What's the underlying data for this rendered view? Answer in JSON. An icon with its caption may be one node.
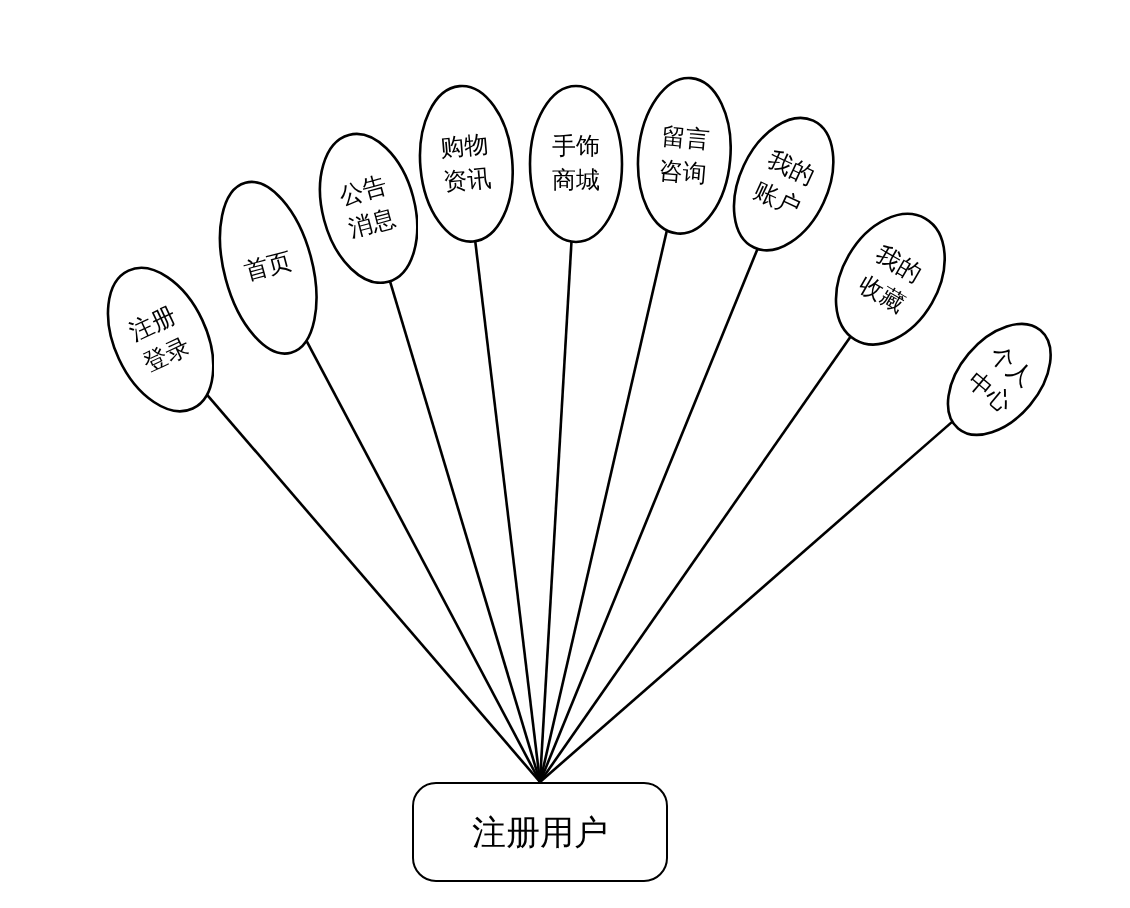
{
  "diagram": {
    "nodes": [
      {
        "text": [
          "注册用户"
        ]
      },
      {
        "text": [
          "注册登录"
        ]
      },
      {
        "text": [
          "首页"
        ]
      },
      {
        "text": [
          "公告消息"
        ]
      },
      {
        "text": [
          "购物资讯"
        ]
      },
      {
        "text": [
          "手饰商城"
        ]
      },
      {
        "text": [
          "留言咨询"
        ]
      },
      {
        "text": [
          "我的账户"
        ]
      },
      {
        "text": [
          "我的收藏"
        ]
      },
      {
        "text": [
          "个人中心"
        ]
      }
    ],
    "edges": [
      {
        "from": 0,
        "to": 1,
        "arrow": "none"
      },
      {
        "from": 0,
        "to": 2,
        "arrow": "none"
      },
      {
        "from": 0,
        "to": 3,
        "arrow": "none"
      },
      {
        "from": 0,
        "to": 4,
        "arrow": "none"
      },
      {
        "from": 0,
        "to": 5,
        "arrow": "none"
      },
      {
        "from": 0,
        "to": 6,
        "arrow": "none"
      },
      {
        "from": 0,
        "to": 7,
        "arrow": "none"
      },
      {
        "from": 0,
        "to": 8,
        "arrow": "none"
      },
      {
        "from": 0,
        "to": 9,
        "arrow": "none"
      }
    ]
  }
}
